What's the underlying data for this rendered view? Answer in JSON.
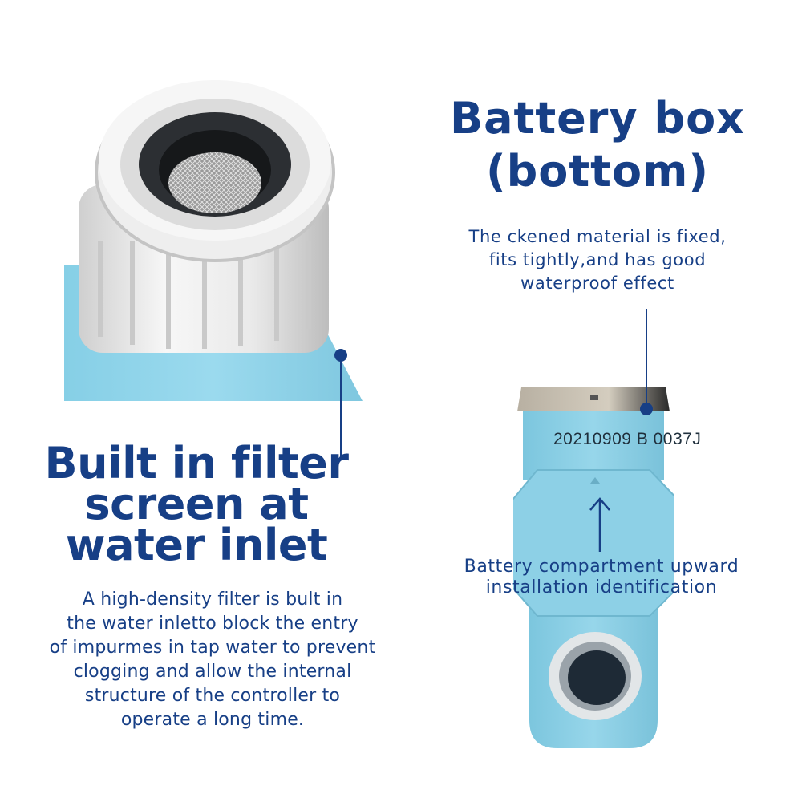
{
  "filter": {
    "title_lines": [
      "Built in filter",
      "screen at",
      "water inlet"
    ],
    "description_lines": [
      "A high-density filter is bult in",
      "the water inletto block the entry",
      "of impurmes in tap water to prevent",
      "clogging and allow the internal",
      "structure of the controller to",
      "operate a long time."
    ]
  },
  "battery": {
    "title_lines": [
      "Battery box",
      "(bottom)"
    ],
    "description_lines": [
      "The ckened material is fixed,",
      "fits tightly,and has good",
      "waterproof effect"
    ],
    "compartment_label_lines": [
      "Battery compartment upward",
      "installation identification"
    ],
    "device_code": "20210909 B 0037J"
  },
  "colors": {
    "text": "#173f86",
    "device_blue": "#8fd3ea",
    "fitting_white": "#ececec"
  }
}
